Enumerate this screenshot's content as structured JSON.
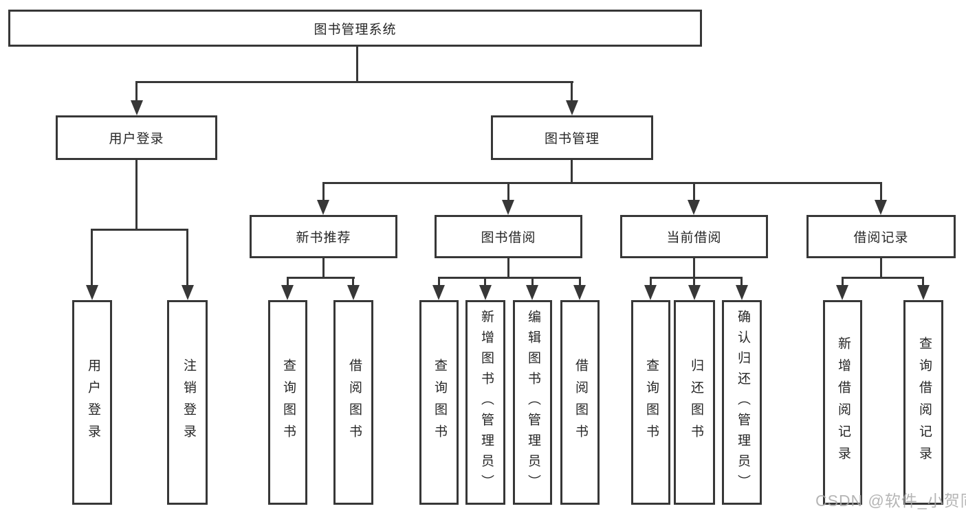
{
  "tree": {
    "root": {
      "label": "图书管理系统"
    },
    "branches": [
      {
        "label": "用户登录",
        "children": [
          {
            "label": "用户登录"
          },
          {
            "label": "注销登录"
          }
        ]
      },
      {
        "label": "图书管理",
        "children": [
          {
            "label": "新书推荐",
            "children": [
              {
                "label": "查询图书"
              },
              {
                "label": "借阅图书"
              }
            ]
          },
          {
            "label": "图书借阅",
            "children": [
              {
                "label": "查询图书"
              },
              {
                "label": "新增图书（管理员）"
              },
              {
                "label": "编辑图书（管理员）"
              },
              {
                "label": "借阅图书"
              }
            ]
          },
          {
            "label": "当前借阅",
            "children": [
              {
                "label": "查询图书"
              },
              {
                "label": "归还图书"
              },
              {
                "label": "确认归还（管理员）"
              }
            ]
          },
          {
            "label": "借阅记录",
            "children": [
              {
                "label": "新增借阅记录"
              },
              {
                "label": "查询借阅记录"
              }
            ]
          }
        ]
      }
    ]
  },
  "watermark": {
    "text": "CSDN @软件_小贺同学"
  },
  "colors": {
    "line": "#373737",
    "text": "#262626",
    "watermark": "#a9a9a9",
    "background": "#ffffff"
  }
}
